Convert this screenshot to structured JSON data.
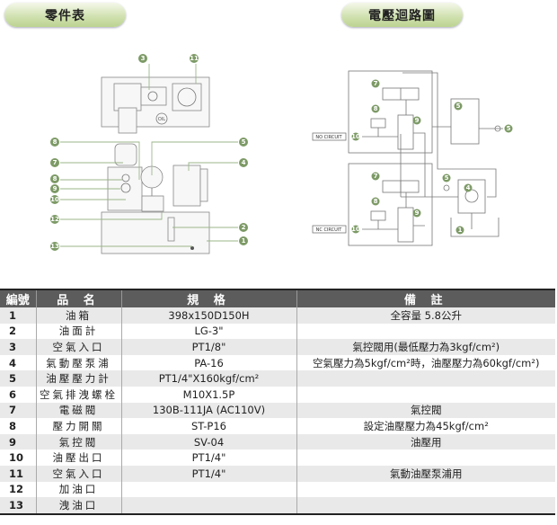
{
  "tabs": {
    "parts": "零件表",
    "circuit": "電壓迴路圖"
  },
  "left_diagram": {
    "callouts": [
      "3",
      "11",
      "8",
      "7",
      "8",
      "9",
      "10",
      "12",
      "13",
      "5",
      "4",
      "2",
      "1"
    ],
    "oil_label": "OIL"
  },
  "right_diagram": {
    "no_circuit": "NO CIRCUIT",
    "nc_circuit": "NC CIRCUIT",
    "callouts": [
      "7",
      "8",
      "9",
      "10",
      "5",
      "5",
      "7",
      "8",
      "9",
      "10",
      "5",
      "4",
      "1"
    ]
  },
  "table": {
    "headers": [
      "編號",
      "品 名",
      "規 格",
      "備 註"
    ],
    "rows": [
      {
        "no": "1",
        "name": "油箱",
        "spec": "398x150D150H",
        "note": "全容量 5.8公升"
      },
      {
        "no": "2",
        "name": "油面計",
        "spec": "LG-3\"",
        "note": ""
      },
      {
        "no": "3",
        "name": "空氣入口",
        "spec": "PT1/8\"",
        "note": "氣控閥用(最低壓力為3kgf/cm²)"
      },
      {
        "no": "4",
        "name": "氣動壓泵浦",
        "spec": "PA-16",
        "note": "空氣壓力為5kgf/cm²時，油壓壓力為60kgf/cm²)"
      },
      {
        "no": "5",
        "name": "油壓壓力計",
        "spec": "PT1/4\"X160kgf/cm²",
        "note": ""
      },
      {
        "no": "6",
        "name": "空氣排洩螺栓",
        "spec": "M10X1.5P",
        "note": ""
      },
      {
        "no": "7",
        "name": "電磁閥",
        "spec": "130B-111JA (AC110V)",
        "note": "氣控閥"
      },
      {
        "no": "8",
        "name": "壓力開關",
        "spec": "ST-P16",
        "note": "設定油壓壓力為45kgf/cm²"
      },
      {
        "no": "9",
        "name": "氣控閥",
        "spec": "SV-04",
        "note": "油壓用"
      },
      {
        "no": "10",
        "name": "油壓出口",
        "spec": "PT1/4\"",
        "note": ""
      },
      {
        "no": "11",
        "name": "空氣入口",
        "spec": "PT1/4\"",
        "note": "氣動油壓泵浦用"
      },
      {
        "no": "12",
        "name": "加油口",
        "spec": "",
        "note": ""
      },
      {
        "no": "13",
        "name": "洩油口",
        "spec": "",
        "note": ""
      }
    ]
  }
}
